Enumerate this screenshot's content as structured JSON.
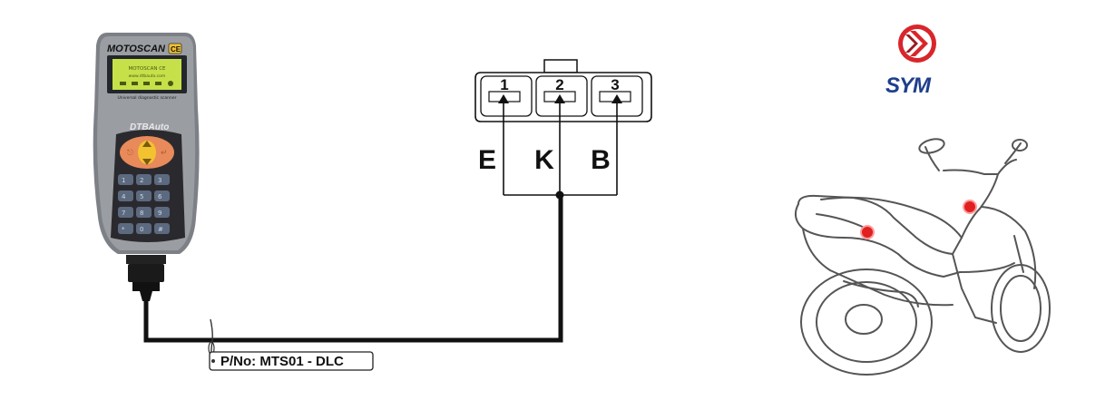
{
  "scanner": {
    "brand": "MOTOSCAN",
    "badge": "CE",
    "screen_line1": "MOTOSCAN CE",
    "screen_line2": "www.dtbauto.com",
    "subtitle": "Universal diagnostic scanner",
    "maker": "DTBAuto",
    "keys": [
      "1",
      "2",
      "3",
      "4",
      "5",
      "6",
      "7",
      "8",
      "9",
      "*",
      "0",
      "#"
    ]
  },
  "connector": {
    "pins": [
      "1",
      "2",
      "3"
    ],
    "signals": [
      "E",
      "K",
      "B"
    ]
  },
  "cable": {
    "part_number": "P/No: MTS01 - DLC"
  },
  "logo": {
    "text": "SYM"
  },
  "colors": {
    "device_body": "#8e9196",
    "screen": "#c6e04a",
    "keypad": "#2a2a2e",
    "nav_orange": "#e88a5a",
    "nav_yellow": "#f2c230",
    "wire": "#111111",
    "marker_red": "#e02020",
    "logo_red": "#d8262b",
    "logo_blue": "#1f3f8c"
  }
}
